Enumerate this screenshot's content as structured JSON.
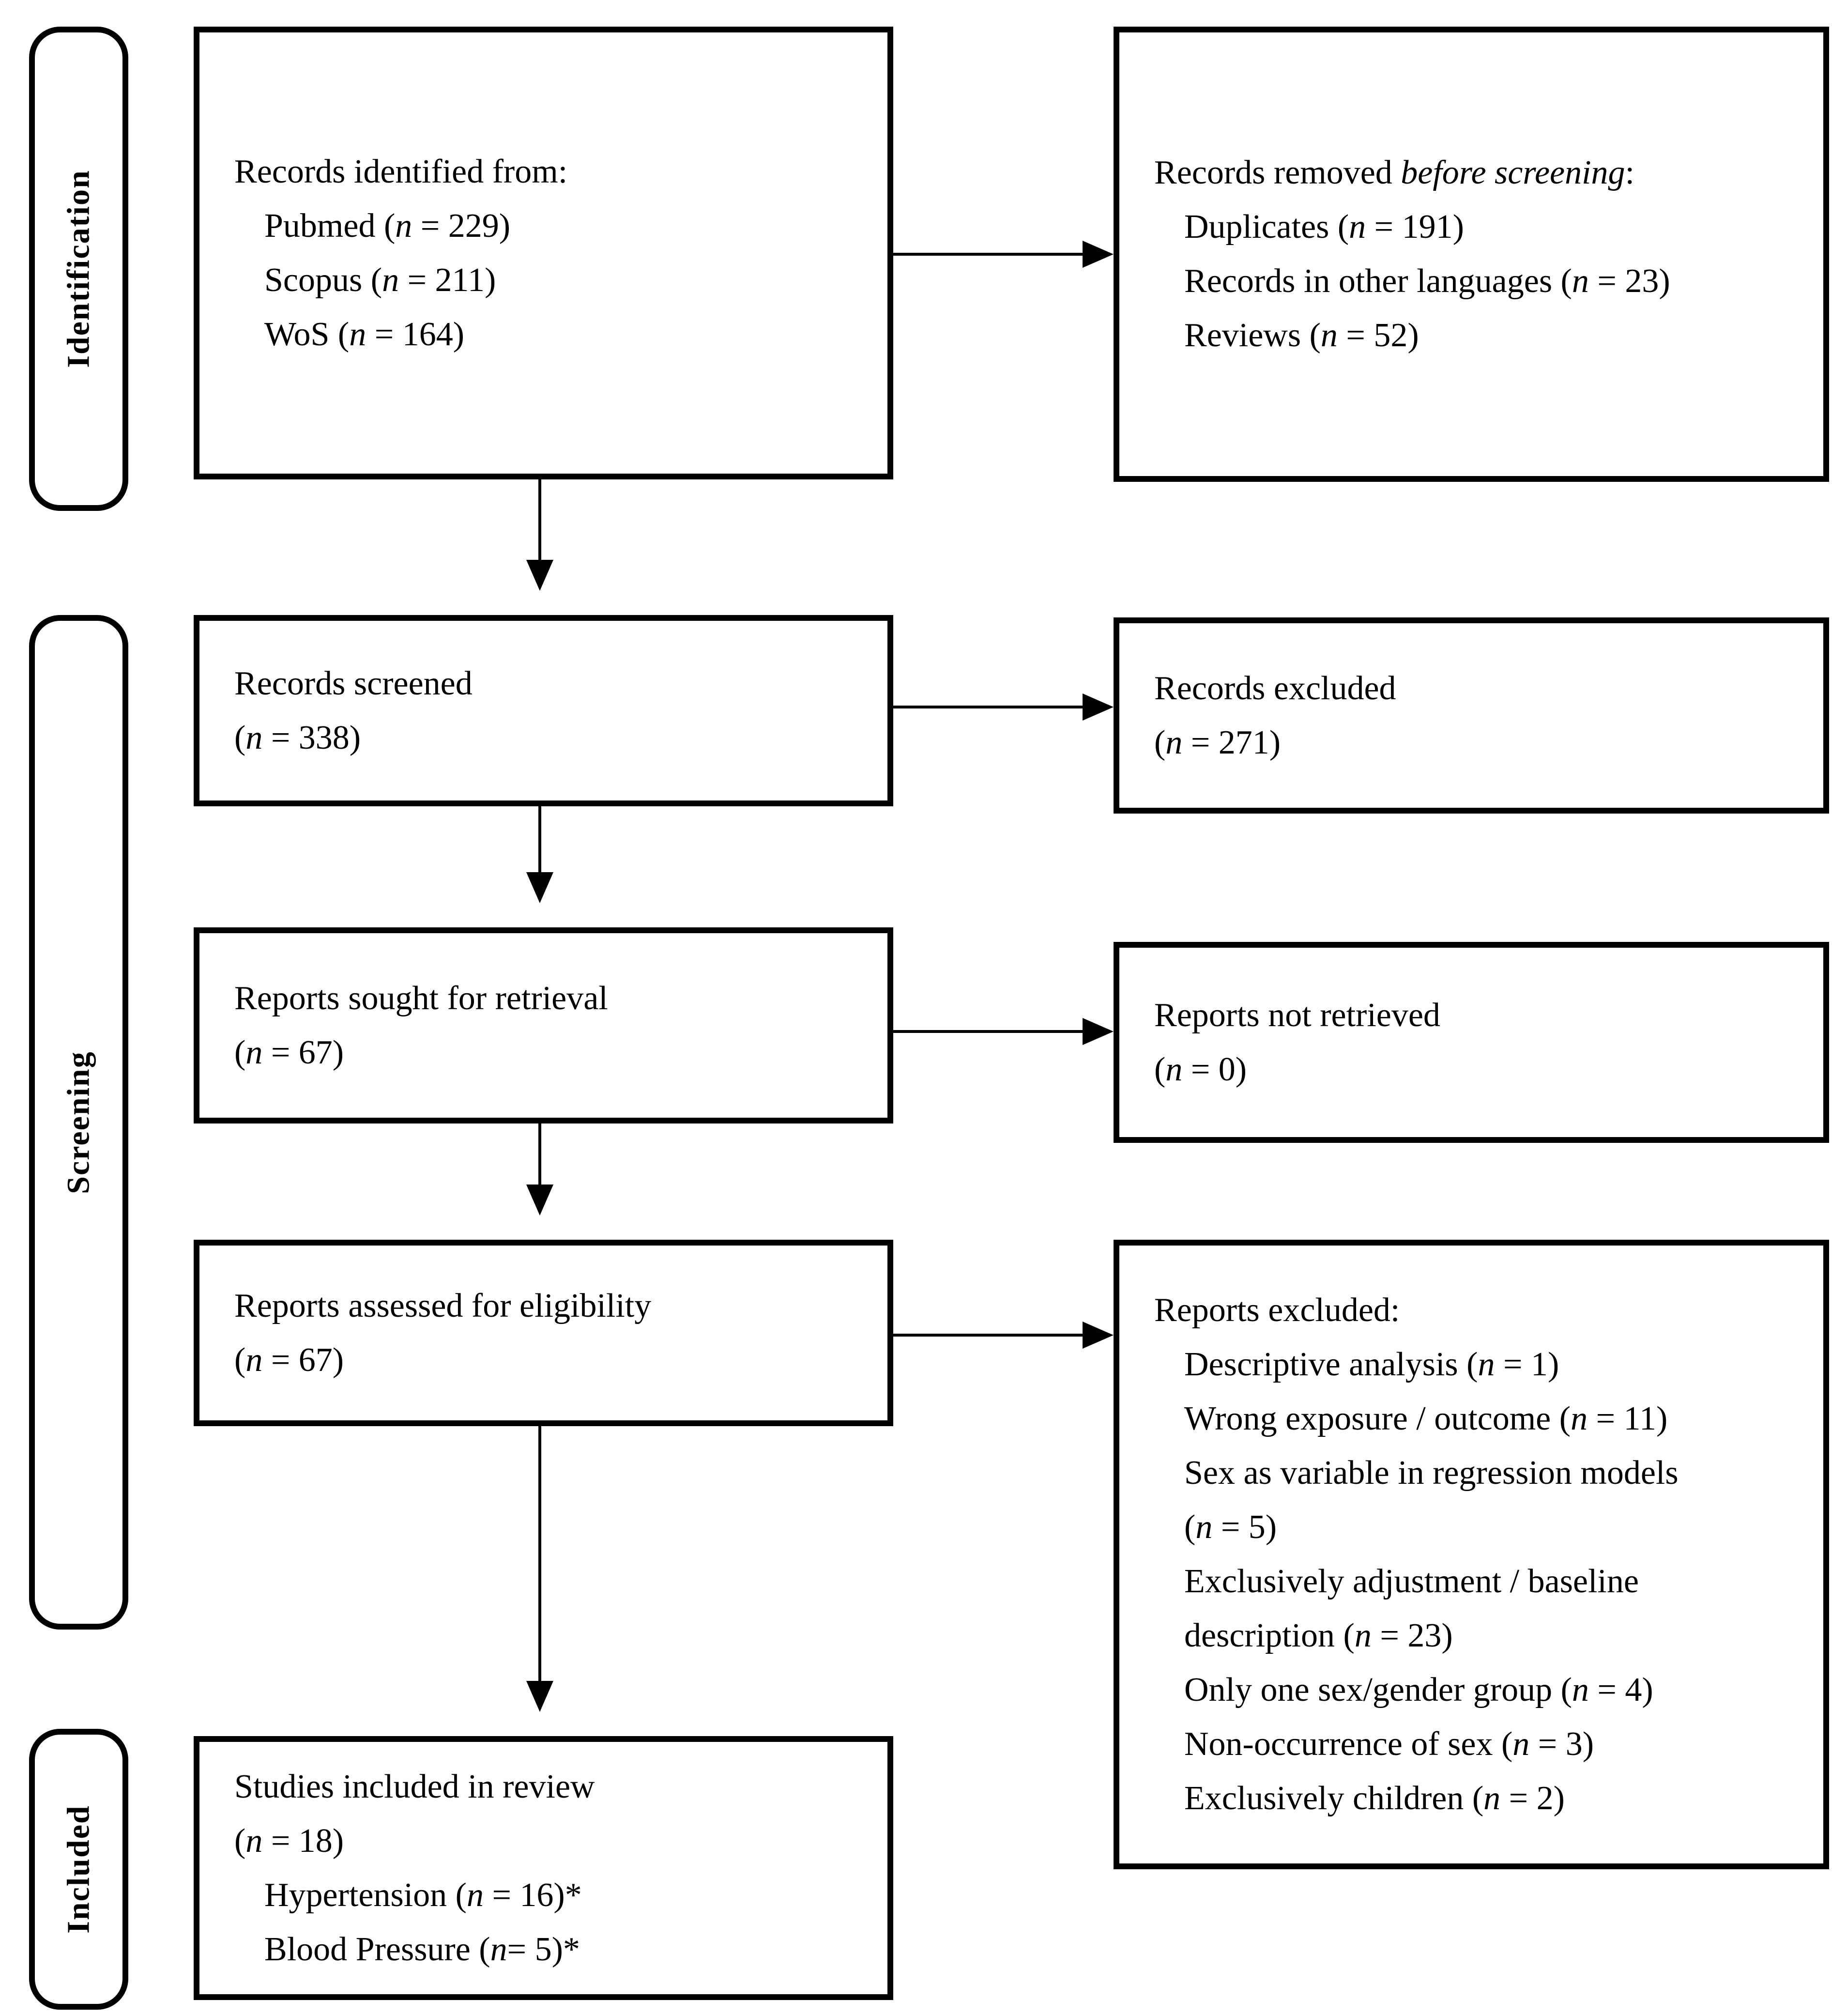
{
  "colors": {
    "line": "#000000",
    "background": "#ffffff",
    "text": "#000000"
  },
  "sidebar": {
    "identification": "Identification",
    "screening": "Screening",
    "included": "Included"
  },
  "boxes": {
    "records_identified": {
      "lines": [
        {
          "indent": 0,
          "segments": [
            {
              "t": "Records identified from:"
            }
          ]
        },
        {
          "indent": 1,
          "segments": [
            {
              "t": "Pubmed ("
            },
            {
              "t": "n",
              "i": true
            },
            {
              "t": " = 229)"
            }
          ]
        },
        {
          "indent": 1,
          "segments": [
            {
              "t": "Scopus ("
            },
            {
              "t": "n",
              "i": true
            },
            {
              "t": " = 211)"
            }
          ]
        },
        {
          "indent": 1,
          "segments": [
            {
              "t": "WoS ("
            },
            {
              "t": "n",
              "i": true
            },
            {
              "t": " = 164)"
            }
          ]
        }
      ]
    },
    "records_removed": {
      "lines": [
        {
          "indent": 0,
          "segments": [
            {
              "t": "Records removed "
            },
            {
              "t": "before screening",
              "i": true
            },
            {
              "t": ":"
            }
          ]
        },
        {
          "indent": 1,
          "segments": [
            {
              "t": "Duplicates ("
            },
            {
              "t": "n",
              "i": true
            },
            {
              "t": " = 191)"
            }
          ]
        },
        {
          "indent": 1,
          "segments": [
            {
              "t": "Records in other languages ("
            },
            {
              "t": "n",
              "i": true
            },
            {
              "t": " = 23)"
            }
          ]
        },
        {
          "indent": 1,
          "segments": [
            {
              "t": "Reviews ("
            },
            {
              "t": "n",
              "i": true
            },
            {
              "t": " = 52)"
            }
          ]
        }
      ]
    },
    "records_screened": {
      "lines": [
        {
          "indent": 0,
          "segments": [
            {
              "t": "Records screened"
            }
          ]
        },
        {
          "indent": 0,
          "segments": [
            {
              "t": "("
            },
            {
              "t": "n",
              "i": true
            },
            {
              "t": " = 338)"
            }
          ]
        }
      ]
    },
    "records_excluded": {
      "lines": [
        {
          "indent": 0,
          "segments": [
            {
              "t": "Records excluded"
            }
          ]
        },
        {
          "indent": 0,
          "segments": [
            {
              "t": "("
            },
            {
              "t": "n",
              "i": true
            },
            {
              "t": " = 271)"
            }
          ]
        }
      ]
    },
    "reports_sought": {
      "lines": [
        {
          "indent": 0,
          "segments": [
            {
              "t": "Reports sought for retrieval"
            }
          ]
        },
        {
          "indent": 0,
          "segments": [
            {
              "t": "("
            },
            {
              "t": "n",
              "i": true
            },
            {
              "t": " = 67)"
            }
          ]
        }
      ]
    },
    "reports_not_retrieved": {
      "lines": [
        {
          "indent": 0,
          "segments": [
            {
              "t": "Reports not retrieved"
            }
          ]
        },
        {
          "indent": 0,
          "segments": [
            {
              "t": "("
            },
            {
              "t": "n",
              "i": true
            },
            {
              "t": " = 0)"
            }
          ]
        }
      ]
    },
    "reports_assessed": {
      "lines": [
        {
          "indent": 0,
          "segments": [
            {
              "t": "Reports assessed for eligibility"
            }
          ]
        },
        {
          "indent": 0,
          "segments": [
            {
              "t": "("
            },
            {
              "t": "n",
              "i": true
            },
            {
              "t": " = 67)"
            }
          ]
        }
      ]
    },
    "reports_excluded": {
      "lines": [
        {
          "indent": 0,
          "segments": [
            {
              "t": "Reports excluded:"
            }
          ]
        },
        {
          "indent": 1,
          "segments": [
            {
              "t": "Descriptive analysis ("
            },
            {
              "t": "n",
              "i": true
            },
            {
              "t": " = 1)"
            }
          ]
        },
        {
          "indent": 1,
          "segments": [
            {
              "t": "Wrong exposure / outcome ("
            },
            {
              "t": "n",
              "i": true
            },
            {
              "t": " = 11)"
            }
          ]
        },
        {
          "indent": 1,
          "segments": [
            {
              "t": "Sex as variable in regression models"
            }
          ]
        },
        {
          "indent": 1,
          "segments": [
            {
              "t": "("
            },
            {
              "t": "n",
              "i": true
            },
            {
              "t": " = 5)"
            }
          ]
        },
        {
          "indent": 1,
          "segments": [
            {
              "t": "Exclusively adjustment / baseline"
            }
          ]
        },
        {
          "indent": 1,
          "segments": [
            {
              "t": "description ("
            },
            {
              "t": "n",
              "i": true
            },
            {
              "t": " = 23)"
            }
          ]
        },
        {
          "indent": 1,
          "segments": [
            {
              "t": "Only one sex/gender group ("
            },
            {
              "t": "n",
              "i": true
            },
            {
              "t": " = 4)"
            }
          ]
        },
        {
          "indent": 1,
          "segments": [
            {
              "t": "Non-occurrence of sex ("
            },
            {
              "t": "n",
              "i": true
            },
            {
              "t": " = 3)"
            }
          ]
        },
        {
          "indent": 1,
          "segments": [
            {
              "t": "Exclusively children ("
            },
            {
              "t": "n",
              "i": true
            },
            {
              "t": " = 2)"
            }
          ]
        }
      ]
    },
    "studies_included": {
      "lines": [
        {
          "indent": 0,
          "segments": [
            {
              "t": "Studies included in review"
            }
          ]
        },
        {
          "indent": 0,
          "segments": [
            {
              "t": "("
            },
            {
              "t": "n",
              "i": true
            },
            {
              "t": " = 18)"
            }
          ]
        },
        {
          "indent": 1,
          "segments": [
            {
              "t": "Hypertension ("
            },
            {
              "t": "n",
              "i": true
            },
            {
              "t": " = 16)*"
            }
          ]
        },
        {
          "indent": 1,
          "segments": [
            {
              "t": "Blood Pressure ("
            },
            {
              "t": "n",
              "i": true
            },
            {
              "t": "= 5)*"
            }
          ]
        }
      ]
    }
  }
}
